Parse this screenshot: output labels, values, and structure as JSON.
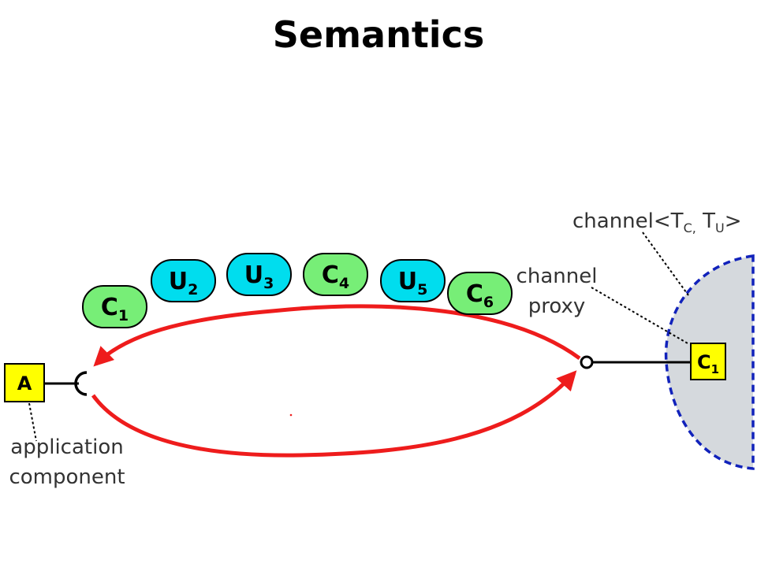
{
  "title": "Semantics",
  "colors": {
    "control_message": "#77EE77",
    "user_message": "#00DDEE",
    "box": "#FFFF00",
    "arrow": "#EE1C1C",
    "channel_region": "#D5D9DD",
    "channel_border": "#1122BB"
  },
  "messages": [
    {
      "letter": "C",
      "index": "1",
      "kind": "control"
    },
    {
      "letter": "U",
      "index": "2",
      "kind": "user"
    },
    {
      "letter": "U",
      "index": "3",
      "kind": "user"
    },
    {
      "letter": "C",
      "index": "4",
      "kind": "control"
    },
    {
      "letter": "U",
      "index": "5",
      "kind": "user"
    },
    {
      "letter": "C",
      "index": "6",
      "kind": "control"
    }
  ],
  "application_box": {
    "label": "A"
  },
  "channel_box": {
    "letter": "C",
    "index": "1"
  },
  "labels": {
    "application_line1": "application",
    "application_line2": "component",
    "proxy_line1": "channel",
    "proxy_line2": "proxy",
    "channel_prefix": "channel<T",
    "channel_sub1": "C,",
    "channel_mid": " T",
    "channel_sub2": "U",
    "channel_suffix": ">"
  }
}
